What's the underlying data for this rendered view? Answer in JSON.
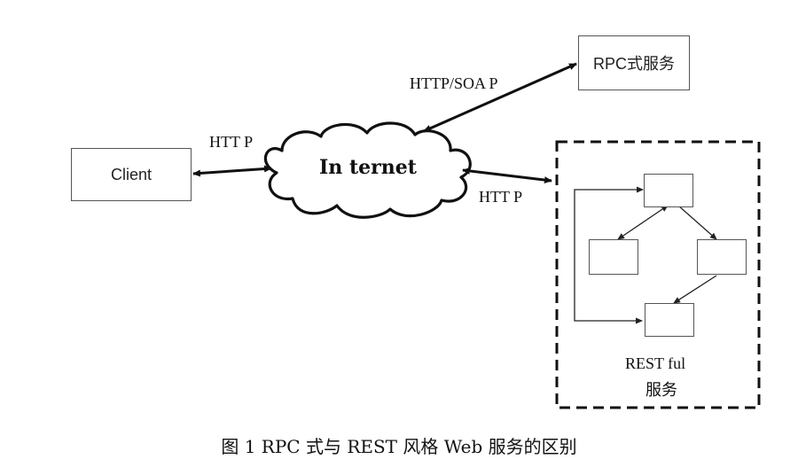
{
  "diagram": {
    "client_label": "Client",
    "internet_label": "In ternet",
    "rpc_label": "RPC式服务",
    "http_client_label": "HTT P",
    "http_rest_label": "HTT P",
    "http_soap_label": "HTTP/SOA P",
    "restful_label_line1": "REST ful",
    "restful_label_line2": "服务"
  },
  "caption": "图 1  RPC 式与 REST 风格 Web 服务的区别"
}
